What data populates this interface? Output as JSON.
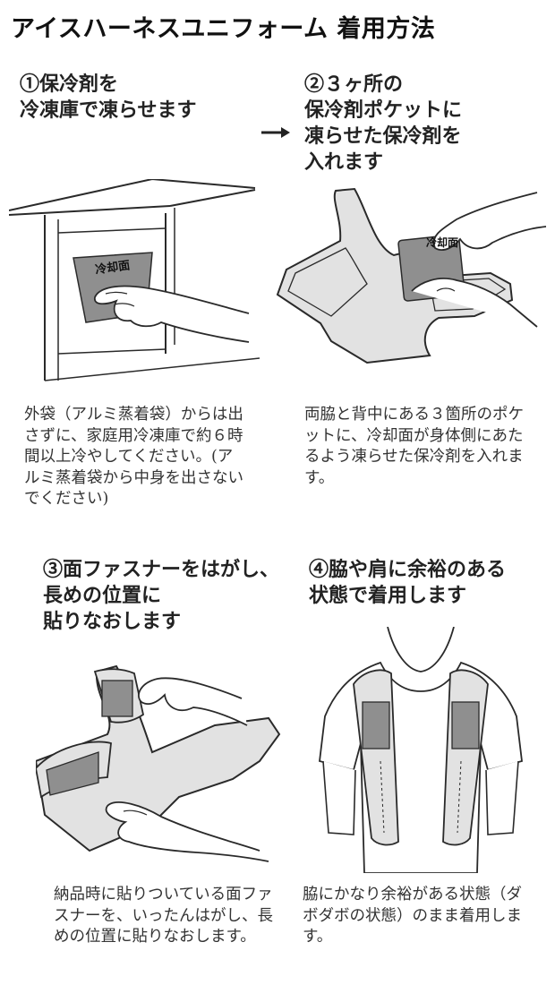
{
  "page": {
    "title": "アイスハーネスユニフォーム 着用方法"
  },
  "steps": [
    {
      "heading": "①保冷剤を\n冷凍庫で凍らせます",
      "body": "外袋（アルミ蒸着袋）からは出さずに、家庭用冷凍庫で約６時間以上冷やしてください。(アルミ蒸着袋から中身を出さないでください)",
      "pack_label": "冷却面"
    },
    {
      "heading": "②３ヶ所の\n保冷剤ポケットに\n凍らせた保冷剤を\n入れます",
      "body": "両脇と背中にある３箇所のポケットに、冷却面が身体側にあたるよう凍らせた保冷剤を入れます。",
      "pack_label": "冷却面"
    },
    {
      "heading": "③面ファスナーをはがし、\n長めの位置に\n貼りなおします",
      "body": "納品時に貼りついている面ファスナーを、いったんはがし、長めの位置に貼りなおします。"
    },
    {
      "heading": "④脇や肩に余裕のある\n状態で着用します",
      "body": "脇にかなり余裕がある状態（ダボダボの状態）のまま着用します。"
    }
  ],
  "colors": {
    "line": "#2a2a2a",
    "gray_pad": "#8a8a8a",
    "harness_fill": "#e2e2e2"
  }
}
